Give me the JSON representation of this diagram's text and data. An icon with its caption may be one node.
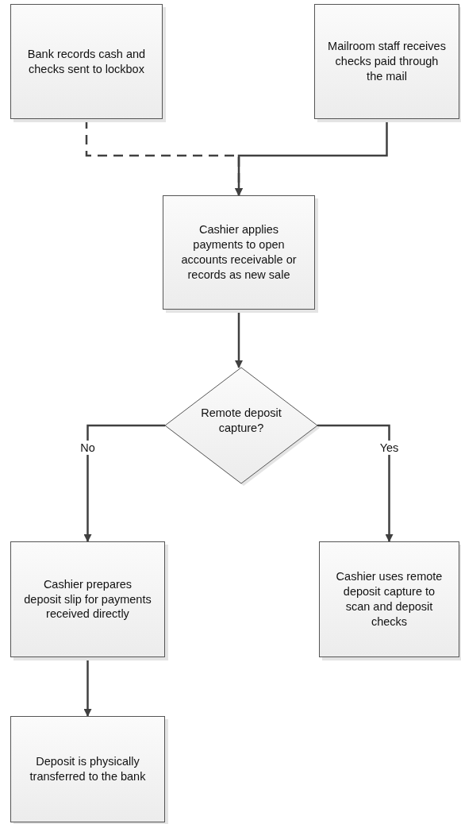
{
  "diagram": {
    "nodes": [
      {
        "text": [
          "Bank records cash and checks sent to lockbox"
        ]
      },
      {
        "text": [
          "Mailroom staff receives checks paid through the mail"
        ]
      },
      {
        "text": [
          "Cashier applies payments to open accounts receivable or records as new sale"
        ]
      },
      {
        "text": [
          "Remote deposit capture?"
        ]
      },
      {
        "text": [
          "Cashier prepares deposit slip for payments received directly"
        ]
      },
      {
        "text": [
          "Cashier uses remote deposit capture to scan and deposit checks"
        ]
      },
      {
        "text": [
          "Deposit is physically transferred to the bank"
        ]
      }
    ],
    "edges": [
      {
        "from": 0,
        "to": 2,
        "arrow": "to",
        "style": "dashed"
      },
      {
        "from": 1,
        "to": 2,
        "arrow": "to"
      },
      {
        "from": 2,
        "to": 3,
        "arrow": "to"
      },
      {
        "from": 3,
        "to": 4,
        "arrow": "to",
        "label": "No"
      },
      {
        "from": 3,
        "to": 5,
        "arrow": "to",
        "label": "Yes"
      },
      {
        "from": 4,
        "to": 6,
        "arrow": "to"
      }
    ]
  }
}
